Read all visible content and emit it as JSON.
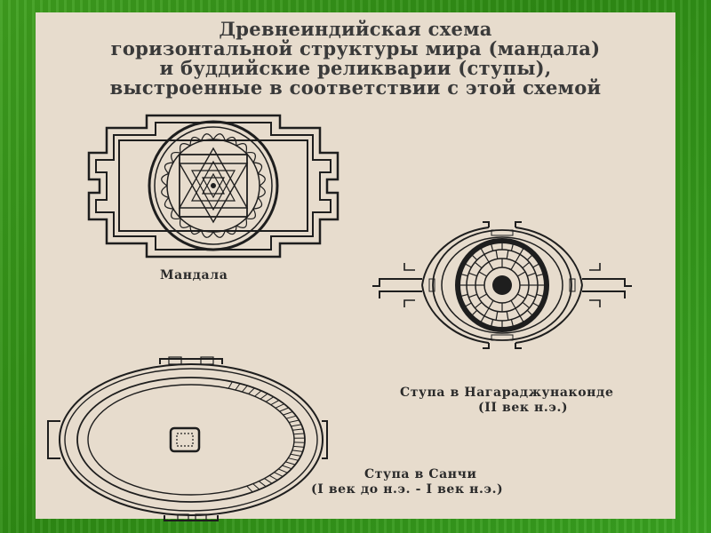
{
  "title_lines": [
    "Древнеиндийская схема",
    "горизонтальной структуры мира (мандала)",
    "и буддийские реликварии (ступы),",
    "выстроенные в соответствии с этой схемой"
  ],
  "captions": {
    "mandala": "Мандала",
    "nagarjunakonda_line1": "Ступа в Нагараджунаконде",
    "nagarjunakonda_line2": "(II век н.э.)",
    "sanchi_line1": "Ступа в Санчи",
    "sanchi_line2": "(I век до н.э. - I век н.э.)"
  },
  "colors": {
    "background_green": "#2e8b14",
    "card_beige": "#e7dccd",
    "ink": "#1e1e1e"
  }
}
